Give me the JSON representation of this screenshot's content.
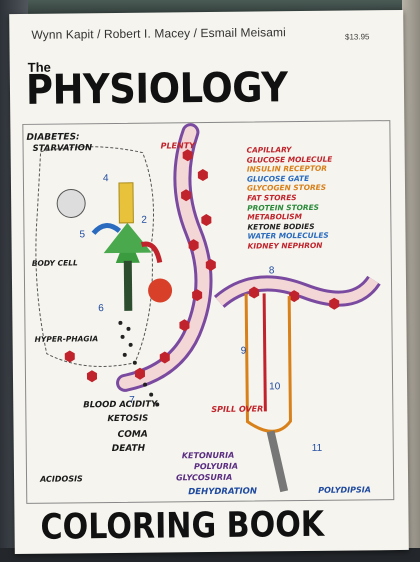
{
  "cover": {
    "authors": "Wynn Kapit / Robert I. Macey / Esmail Meisami",
    "price": "$13.95",
    "title_small": "The",
    "title_main": "PHYSIOLOGY",
    "title_bottom": "COLORING BOOK"
  },
  "illustration": {
    "labels": {
      "diabetes": "DIABETES:",
      "starvation": "STARVATION",
      "plenty": "PLENTY",
      "body_cell": "BODY CELL",
      "hyperphagia": "HYPER-PHAGIA",
      "blood_acidity": "BLOOD ACIDITY",
      "ketosis": "KETOSIS",
      "coma": "COMA",
      "death": "DEATH",
      "spill_over": "SPILL OVER",
      "ketonuria": "KETONURIA",
      "polyuria": "POLYURIA",
      "glycosuria": "GLYCOSURIA",
      "acidosis": "ACIDOSIS",
      "dehydration": "DEHYDRATION",
      "polydipsia": "POLYDIPSIA"
    },
    "legend": [
      {
        "text": "CAPILLARY",
        "color": "#c0232b"
      },
      {
        "text": "GLUCOSE MOLECULE",
        "color": "#c0232b"
      },
      {
        "text": "INSULIN RECEPTOR",
        "color": "#d8801a"
      },
      {
        "text": "GLUCOSE GATE",
        "color": "#2a6bbf"
      },
      {
        "text": "GLYCOGEN STORES",
        "color": "#d8801a"
      },
      {
        "text": "FAT STORES",
        "color": "#c0232b"
      },
      {
        "text": "PROTEIN STORES",
        "color": "#2a8a3a"
      },
      {
        "text": "METABOLISM",
        "color": "#c0232b"
      },
      {
        "text": "KETONE BODIES",
        "color": "#222222"
      },
      {
        "text": "WATER MOLECULES",
        "color": "#2a6bbf"
      },
      {
        "text": "KIDNEY NEPHRON",
        "color": "#c0232b"
      }
    ]
  }
}
